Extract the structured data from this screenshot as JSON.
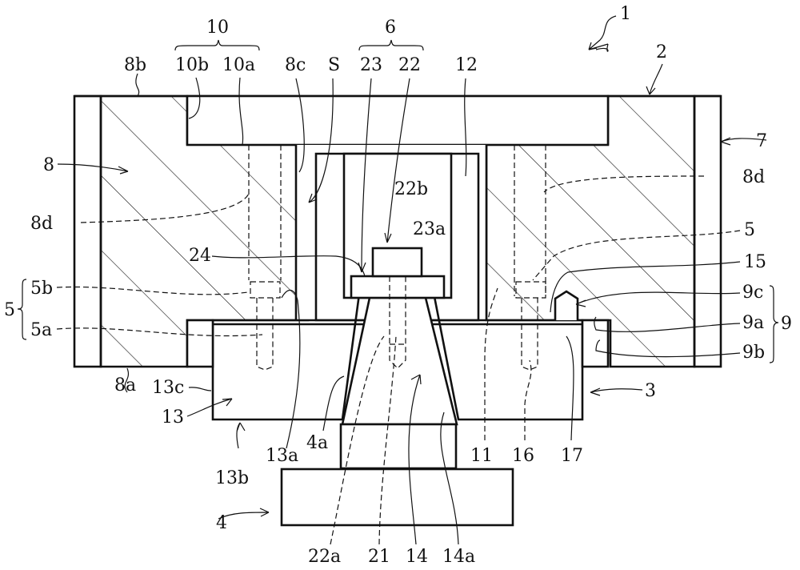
{
  "figure": {
    "type": "patent cross-sectional drawing",
    "description": "Cross-section of assembly 1 with holder 2, die 3, punch/tool 4, fastening bolts 5, insert 6, heat-insulating layer 7, body 8, positioning part 9, recess 10",
    "colors": {
      "line": "#111111",
      "background": "#ffffff"
    }
  },
  "labels": {
    "l1": "1",
    "l2": "2",
    "l3": "3",
    "l4": "4",
    "l4a": "4a",
    "l5": "5",
    "l5_right": "5",
    "l5a": "5a",
    "l5b": "5b",
    "l6": "6",
    "l7": "7",
    "l8": "8",
    "l8a": "8a",
    "l8b": "8b",
    "l8c": "8c",
    "l8d_left": "8d",
    "l8d_right": "8d",
    "l9": "9",
    "l9a": "9a",
    "l9b": "9b",
    "l9c": "9c",
    "l10": "10",
    "l10a": "10a",
    "l10b": "10b",
    "l11": "11",
    "l12": "12",
    "l13": "13",
    "l13a": "13a",
    "l13b": "13b",
    "l13c": "13c",
    "l14": "14",
    "l14a": "14a",
    "l15": "15",
    "l16": "16",
    "l17": "17",
    "l21": "21",
    "l22": "22",
    "l22a": "22a",
    "l22b": "22b",
    "l23": "23",
    "l23a": "23a",
    "l24": "24",
    "lS": "S"
  }
}
